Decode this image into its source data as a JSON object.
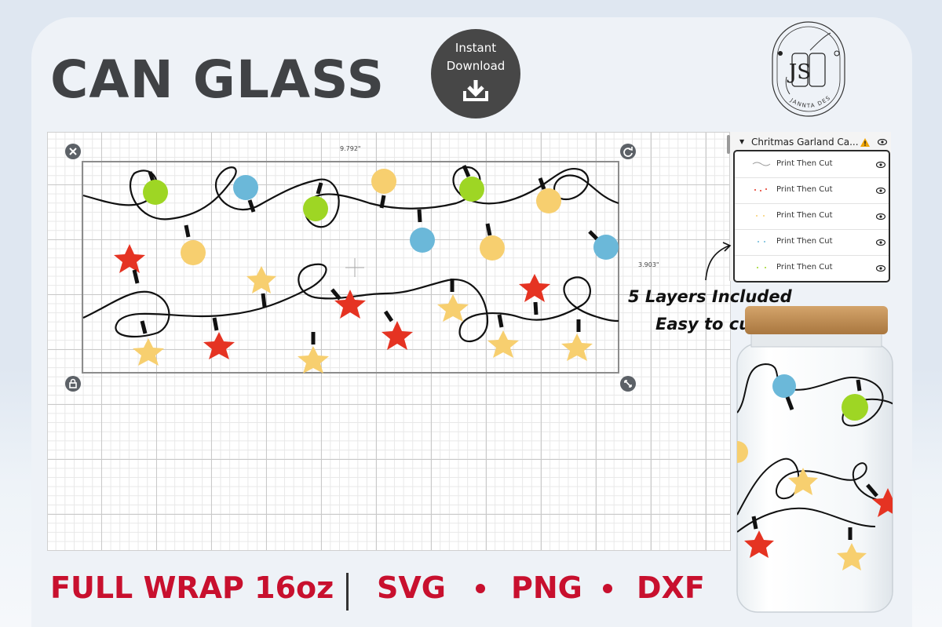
{
  "title": "CAN GLASS",
  "badge": {
    "line1": "Instant",
    "line2": "Download"
  },
  "logo": {
    "initials": "JS",
    "brand": "JANNTA DESIGN CO"
  },
  "canvas": {
    "width_label": "9.792\"",
    "height_label": "3.903\""
  },
  "layers_panel": {
    "group_name": "Chritmas Garland Ca...",
    "items": [
      {
        "label": "Print Then Cut"
      },
      {
        "label": "Print Then Cut"
      },
      {
        "label": "Print Then Cut"
      },
      {
        "label": "Print Then Cut"
      },
      {
        "label": "Print Then Cut"
      }
    ]
  },
  "notes": {
    "line1": "5 Layers Included",
    "line2": "Easy to cut"
  },
  "footer": {
    "size": "FULL WRAP 16oz",
    "format1": "SVG",
    "format2": "PNG",
    "format3": "DXF"
  },
  "colors": {
    "red": "#e53322",
    "yellow": "#f7cf6f",
    "blue": "#6bb8d9",
    "green": "#9ed624",
    "footer": "#c8102e"
  }
}
